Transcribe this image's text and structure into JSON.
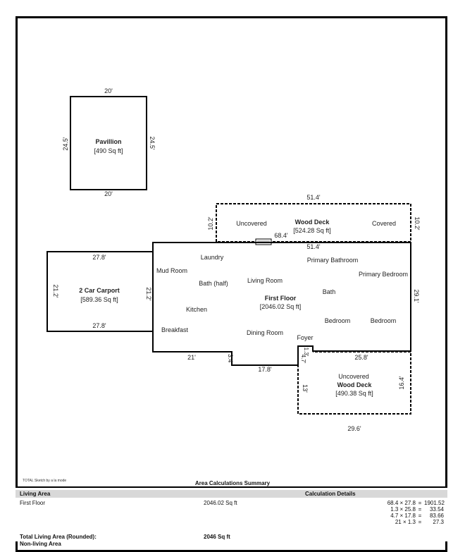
{
  "pavillion": {
    "name": "Pavillion",
    "area": "[490 Sq ft]",
    "top": "20'",
    "bottom": "20'",
    "left": "24.5'",
    "right": "24.5'"
  },
  "wood_deck_top": {
    "name": "Wood Deck",
    "area": "[524.28 Sq ft]",
    "uncovered": "Uncovered",
    "covered": "Covered",
    "top": "51.4'",
    "left": "10.2'",
    "right": "10.2'"
  },
  "carport": {
    "name": "2 Car Carport",
    "area": "[589.36 Sq ft]",
    "top": "27.8'",
    "bottom": "27.8'",
    "left": "21.2'",
    "right": "21.2'"
  },
  "first_floor": {
    "name": "First Floor",
    "area": "[2046.02 Sq ft]",
    "dim_top_a": "68.4'",
    "dim_top_b": "51.4'",
    "dim_right": "29.1'",
    "dim_bottom_left": "21'",
    "dim_notch": "3.4'",
    "dim_bottom_mid": "17.8'",
    "dim_bottom_right": "25.8'",
    "dim_foyer_a": "1.3'",
    "dim_foyer_b": "4.7'",
    "rooms": {
      "laundry": "Laundry",
      "mud_room": "Mud Room",
      "bath_half": "Bath (half)",
      "living_room": "Living Room",
      "primary_bathroom": "Primary Bathroom",
      "primary_bedroom": "Primary Bedroom",
      "bath": "Bath",
      "kitchen": "Kitchen",
      "bedroom_1": "Bedroom",
      "bedroom_2": "Bedroom",
      "breakfast": "Breakfast",
      "dining_room": "Dining Room",
      "foyer": "Foyer"
    }
  },
  "wood_deck_bottom": {
    "name": "Wood Deck",
    "area": "[490.38 Sq ft]",
    "uncovered": "Uncovered",
    "bottom": "29.6'",
    "left": "13'",
    "right": "16.4'"
  },
  "footer": {
    "sketch_credit": "TOTAL Sketch by a la mode",
    "title": "Area Calculations Summary"
  },
  "summary": {
    "living_area_header": "Living Area",
    "calc_header": "Calculation Details",
    "row_label": "First Floor",
    "row_area": "2046.02 Sq ft",
    "calculations": [
      {
        "expr": "68.4 × 27.8",
        "eq": "=",
        "val": "1901.52"
      },
      {
        "expr": "1.3 × 25.8",
        "eq": "=",
        "val": "33.54"
      },
      {
        "expr": "4.7 × 17.8",
        "eq": "=",
        "val": "83.66"
      },
      {
        "expr": "21 × 1.3",
        "eq": "=",
        "val": "27.3"
      }
    ],
    "total_label": "Total Living Area (Rounded):",
    "total_value": "2046 Sq ft",
    "non_living": "Non-living Area"
  }
}
